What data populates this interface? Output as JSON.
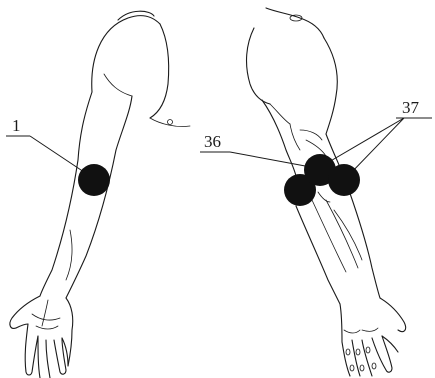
{
  "labels": {
    "point_1": "1",
    "point_36": "36",
    "point_37": "37"
  },
  "colors": {
    "line": "#1a1a1a",
    "marker": "#111111",
    "background": "#ffffff"
  }
}
